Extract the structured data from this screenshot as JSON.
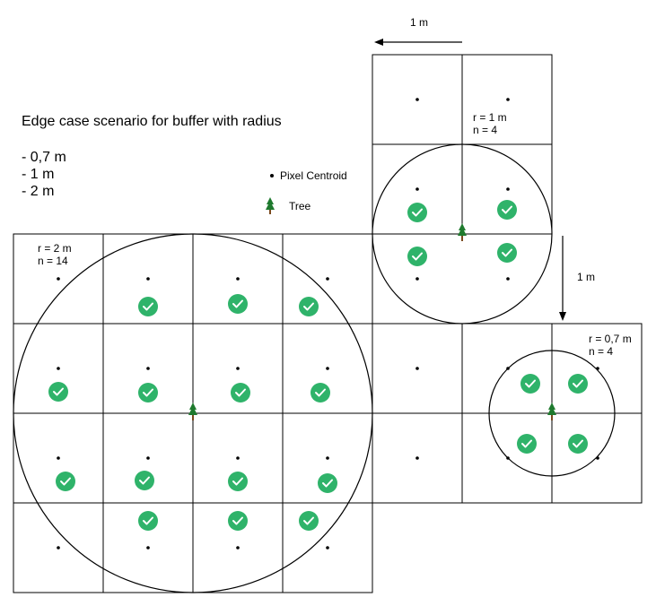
{
  "title": "Edge case scenario for buffer with radius",
  "radius_list": [
    "- 0,7 m",
    "- 1 m",
    "- 2 m"
  ],
  "legend": {
    "pixel_centroid": "Pixel Centroid",
    "tree": "Tree"
  },
  "scale_labels": {
    "top": "1 m",
    "right": "1 m"
  },
  "buffers": [
    {
      "r": "r = 2 m",
      "n": "n = 14"
    },
    {
      "r": "r = 1 m",
      "n": "n = 4"
    },
    {
      "r": "r = 0,7 m",
      "n": "n = 4"
    }
  ],
  "colors": {
    "check": "#2fb36a",
    "tree_foliage": "#1f7a2e",
    "tree_trunk": "#7a4a1e",
    "line": "#000000"
  }
}
